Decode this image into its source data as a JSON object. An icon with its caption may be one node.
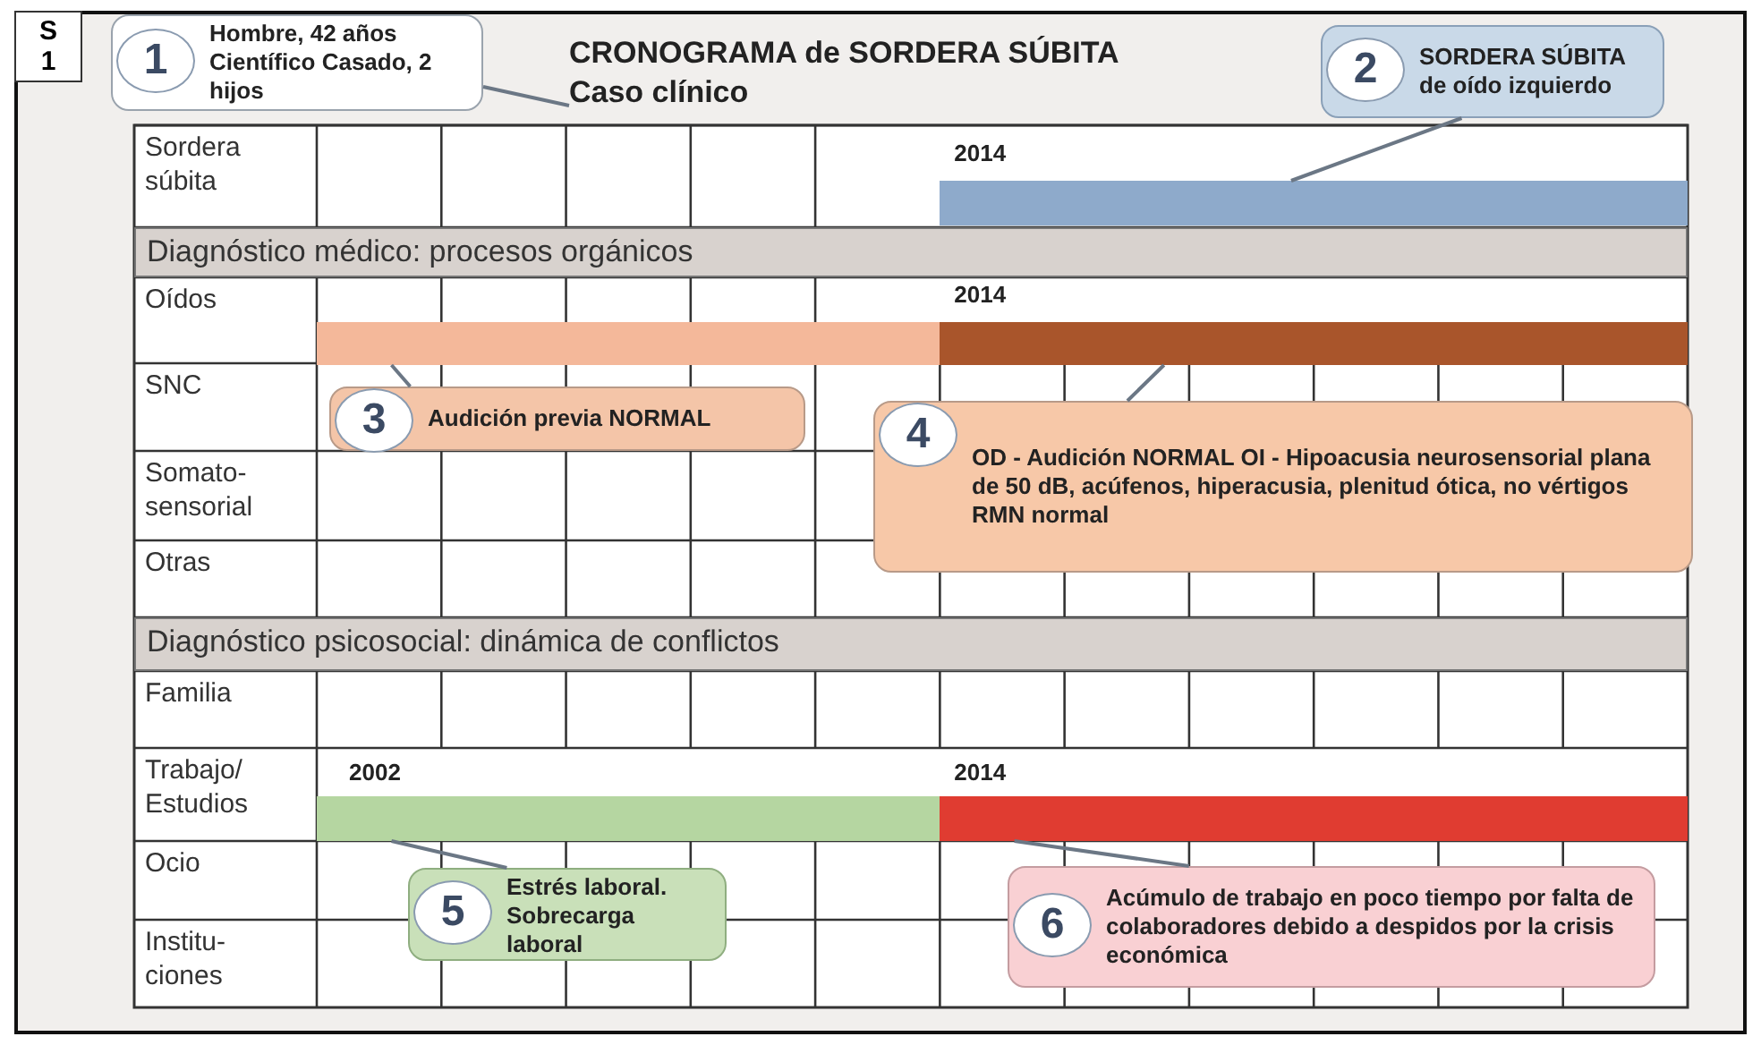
{
  "diagram": {
    "title": "CRONOGRAMA de SORDERA SÚBITA",
    "nodes": [
      {
        "text": [
          "1",
          "Hombre, 42 años Científico Casado, 2 hijos"
        ]
      },
      {
        "text": [
          "Caso clínico"
        ]
      },
      {
        "text": [
          "2",
          "SORDERA SÚBITA de oído izquierdo"
        ]
      },
      {
        "text": [],
        "shape": "bar",
        "beside": [
          "2014"
        ]
      },
      {
        "text": [],
        "shape": "bar"
      },
      {
        "text": [],
        "shape": "bar",
        "beside": [
          "2014"
        ]
      },
      {
        "text": [
          "3",
          "Audición previa NORMAL"
        ]
      },
      {
        "text": [
          "4",
          "OD - Audición NORMAL OI - Hipoacusia neurosensorial plana de 50 dB, acúfenos, hiperacusia, plenitud ótica, no vértigos RMN normal"
        ]
      },
      {
        "text": [],
        "shape": "bar",
        "beside": [
          "2002"
        ]
      },
      {
        "text": [],
        "shape": "bar",
        "beside": [
          "2014"
        ]
      },
      {
        "text": [
          "5",
          "Estrés laboral. Sobrecarga laboral"
        ]
      },
      {
        "text": [
          "6",
          "Acúmulo de trabajo en poco tiempo por falta de colaboradores debido a despidos por la crisis económica"
        ]
      }
    ],
    "edges": [
      {
        "from": 0,
        "to": 1,
        "arrow": "none"
      },
      {
        "from": 2,
        "to": 3,
        "arrow": "none"
      },
      {
        "from": 6,
        "to": 4,
        "arrow": "none"
      },
      {
        "from": 7,
        "to": 5,
        "arrow": "none"
      },
      {
        "from": 10,
        "to": 8,
        "arrow": "none"
      },
      {
        "from": 11,
        "to": 9,
        "arrow": "none"
      }
    ],
    "labels": [
      "S 1",
      "Sordera súbita",
      "Diagnóstico médico: procesos orgánicos",
      "Oídos",
      "SNC",
      "Somato- sensorial",
      "Otras",
      "Diagnóstico psicosocial: dinámica de conflictos",
      "Familia",
      "Trabajo/ Estudios",
      "Ocio",
      "Institu- ciones"
    ]
  }
}
